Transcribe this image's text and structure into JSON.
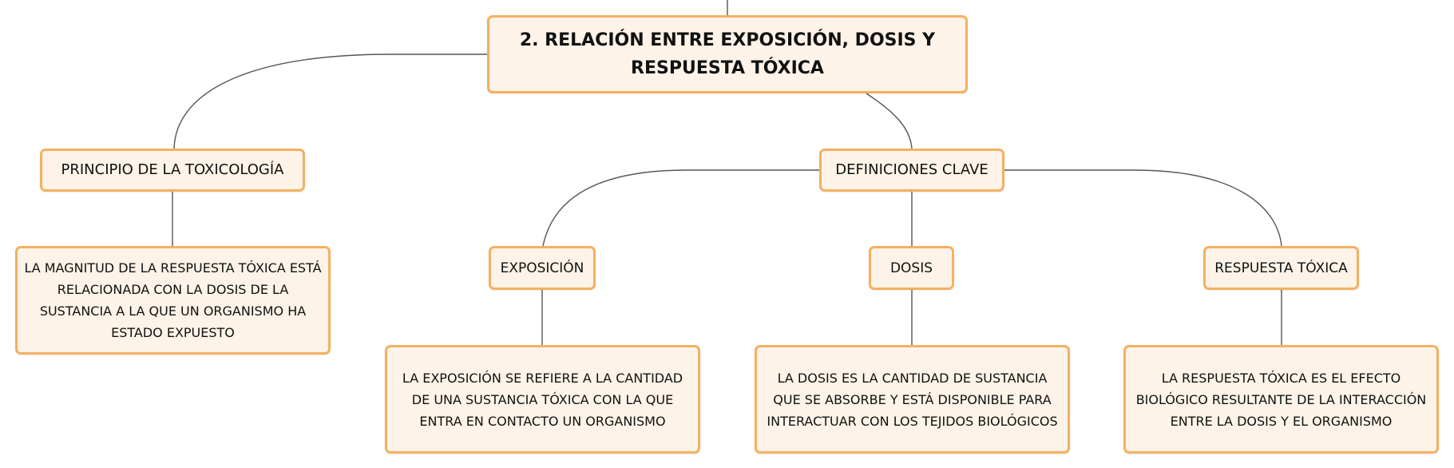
{
  "map": {
    "root": "2. RELACIÓN ENTRE EXPOSICIÓN, DOSIS Y RESPUESTA TÓXICA",
    "principio": {
      "title": "PRINCIPIO DE LA TOXICOLOGÍA",
      "detail": "LA MAGNITUD DE LA RESPUESTA TÓXICA ESTÁ RELACIONADA CON LA DOSIS DE LA SUSTANCIA A LA QUE UN ORGANISMO HA ESTADO EXPUESTO"
    },
    "definiciones": {
      "title": "DEFINICIONES CLAVE",
      "exposicion": {
        "title": "EXPOSICIÓN",
        "detail": "LA EXPOSICIÓN SE REFIERE A LA CANTIDAD DE UNA SUSTANCIA TÓXICA CON LA QUE ENTRA EN CONTACTO UN ORGANISMO"
      },
      "dosis": {
        "title": "DOSIS",
        "detail": "LA DOSIS ES LA CANTIDAD DE SUSTANCIA QUE SE ABSORBE Y ESTÁ DISPONIBLE PARA INTERACTUAR CON LOS TEJIDOS BIOLÓGICOS"
      },
      "respuesta": {
        "title": "RESPUESTA TÓXICA",
        "detail": "LA RESPUESTA TÓXICA ES EL EFECTO BIOLÓGICO RESULTANTE DE LA INTERACCIÓN ENTRE LA DOSIS Y EL ORGANISMO"
      }
    }
  },
  "colors": {
    "node_fill": "#fdf3e8",
    "node_border": "#f4b061",
    "connector": "#555555"
  }
}
